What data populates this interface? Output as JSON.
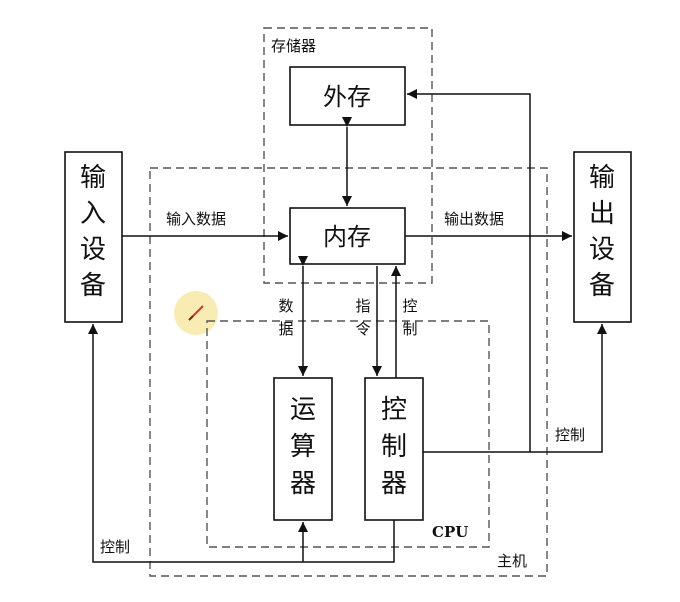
{
  "diagram": {
    "regions": {
      "storage": "存储器",
      "host": "主机",
      "cpu": "CPU"
    },
    "blocks": {
      "external_storage": "外存",
      "memory": "内存",
      "input_device": [
        "输",
        "入",
        "设",
        "备"
      ],
      "output_device": [
        "输",
        "出",
        "设",
        "备"
      ],
      "alu": [
        "运",
        "算",
        "器"
      ],
      "controller": [
        "控",
        "制",
        "器"
      ]
    },
    "edge_labels": {
      "input_data": "输入数据",
      "output_data": "输出数据",
      "data": [
        "数",
        "据"
      ],
      "instruction": [
        "指",
        "令"
      ],
      "control_vertical": [
        "控",
        "制"
      ],
      "control_right": "控制",
      "control_bottom": "控制"
    },
    "colors": {
      "line": "#111111",
      "dashed": "#555555",
      "cursor_halo": "#f7e9a6",
      "cursor_pen": "#d03a2a"
    }
  }
}
